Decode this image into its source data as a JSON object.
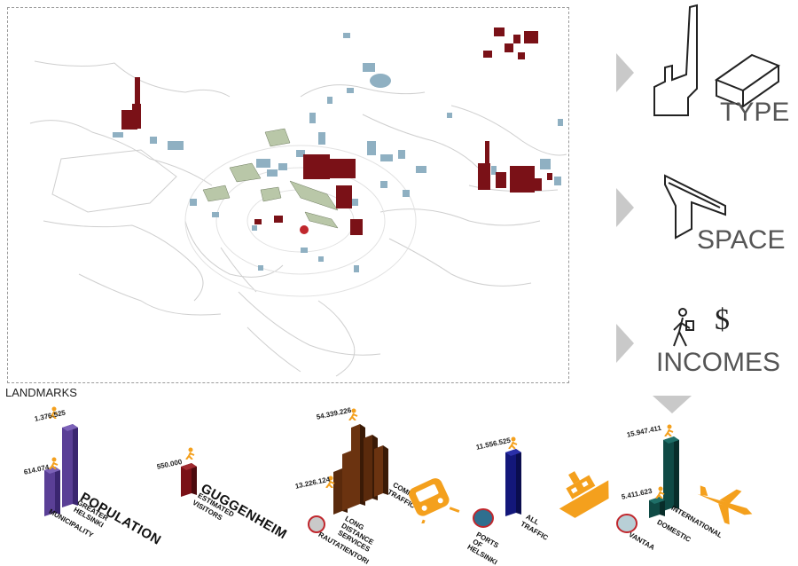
{
  "side_panel": {
    "type_label": "TYPE",
    "space_label": "SPACE",
    "incomes_label": "INCOMES",
    "dollar_glyph": "$"
  },
  "landmarks_heading": "LANDMARKS",
  "population": {
    "title": "POPULATION",
    "greater": "GREATER",
    "helsinki": "HELSINKI",
    "municipality": "MUNICIPALITY",
    "value_top": "1.376.525",
    "value_low": "614.074"
  },
  "guggenheim": {
    "title": "GUGGENHEIM",
    "estimated": "ESTIMATED",
    "visitors": "VISITORS",
    "value": "550.000"
  },
  "rail": {
    "value_top": "54.339.226",
    "value_low": "13.226.124",
    "long": "LONG",
    "distance": "DISTANCE",
    "services": "SERVICES",
    "commuter": "COMMUTER",
    "traffic": "TRAFFIC",
    "operator": "RAUTATIENTORI"
  },
  "ports": {
    "value": "11.556.525",
    "all": "ALL",
    "traffic": "TRAFFIC",
    "ports": "PORTS",
    "of": "OF",
    "helsinki": "HELSINKI"
  },
  "airport": {
    "value_top": "15.947.411",
    "value_low": "5.411.623",
    "international": "INTERNATIONAL",
    "domestic": "DOMESTIC",
    "vantaa": "VANTAA"
  },
  "colors": {
    "landmark_red": "#7a1117",
    "building_blue": "#8fb0c2",
    "green_block": "#b9c7a8",
    "purple": "#5a3f96",
    "brown": "#5a2a0c",
    "navy": "#13177a",
    "teal": "#0f4a45",
    "orange": "#f4a01d"
  }
}
